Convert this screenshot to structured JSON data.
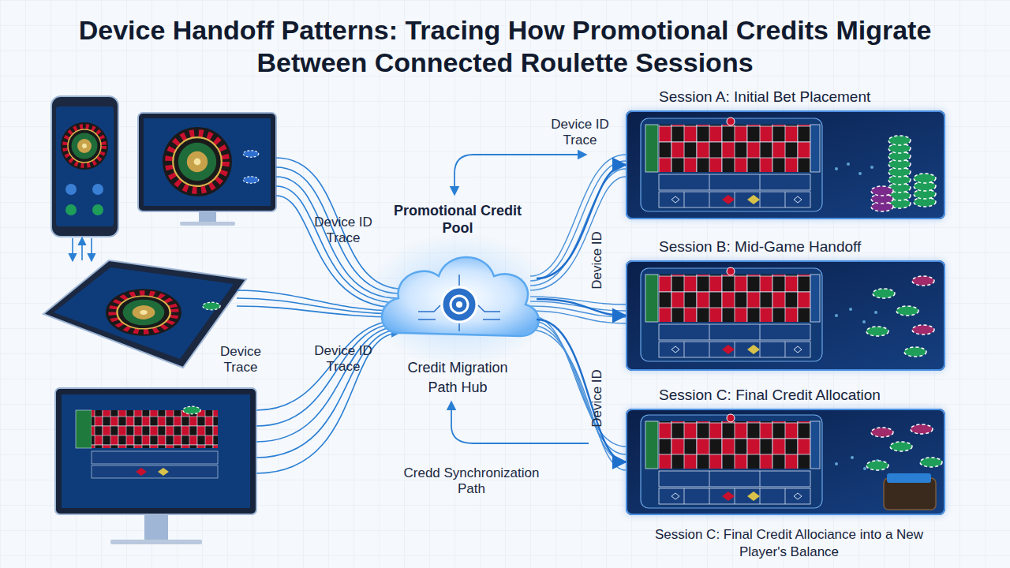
{
  "diagram": {
    "title": "Device Handoff Patterns: Tracing How Promotional Credits Migrate Between Connected Roulette Sessions",
    "nodes": [
      {
        "text": [
          "Promotional Credit Pool",
          "Credit Migration Path Hub"
        ]
      },
      {
        "text": [
          "Session A: Initial Bet Placement"
        ]
      },
      {
        "text": [
          "Session B: Mid-Game Handoff"
        ]
      },
      {
        "text": [
          "Session C: Final Credit Allocation",
          "Session C: Final Credit Allociance into a New Player's Balance"
        ]
      }
    ],
    "edges": [
      {
        "from": 0,
        "to": 1,
        "arrow": "to",
        "label": "Device ID Trace"
      },
      {
        "from": 0,
        "to": 2,
        "arrow": "to",
        "label": "Device ID"
      },
      {
        "from": 0,
        "to": 3,
        "arrow": "to",
        "label": "Device ID"
      }
    ],
    "labels": [
      "Device ID Trace",
      "Device Trace",
      "Device ID Trace",
      "Credd Synchronization Path"
    ]
  }
}
